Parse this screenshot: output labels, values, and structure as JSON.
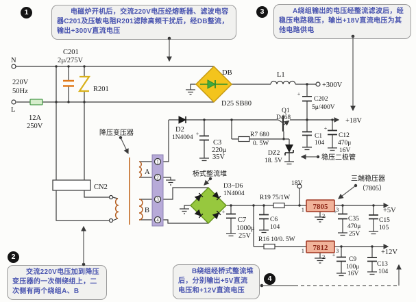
{
  "callouts": [
    {
      "num": "1",
      "text": "电磁炉开机后，交流220V电压经熔断器、滤波电容器C201及压敏电阻R201滤除高频干扰后，经DB整流，输出+300V直流电压"
    },
    {
      "num": "2",
      "text": "交流220V电压加到降压变压器的一次侧绕组上，二次侧有两个绕组A、B"
    },
    {
      "num": "3",
      "text": "A绕组输出的电压经整流滤波后，经稳压电路稳压，输出+18V直流电压为其他电路供电"
    },
    {
      "num": "4",
      "text": "B绕组经桥式整流堆后，分别输出+5V直流电压和+12V直流电压"
    }
  ],
  "labels": {
    "n": "N",
    "l": "L",
    "v220": "220V",
    "hz50": "50Hz",
    "fuse_a": "12A",
    "fuse_v": "250V",
    "c201": "C201",
    "c201v": "2μ/275V",
    "r201": "R201",
    "cn2": "CN2",
    "xfmr": "降压变压器",
    "wa": "A",
    "wb": "B",
    "p1": "1",
    "p2": "2",
    "p3": "3",
    "p4": "4",
    "db": "DB",
    "d25": "D25 SB80",
    "l1": "L1",
    "v300": "+300V",
    "c202": "C202",
    "c202v": "5μ/400V",
    "d2": "D2",
    "d2t": "1N4004",
    "c3": "C3",
    "c3v": "220μ",
    "c3v2": "35V",
    "r7": "R7 680",
    "r7w": "0. 5W",
    "q1": "Q1",
    "q1t": "D468",
    "dz2": "DZ2",
    "dz2v": "18. 5V",
    "zn": "稳压二极管",
    "v18": "+18V",
    "c1": "C1",
    "c1v": "104",
    "c12": "C12",
    "c12v": "470μ",
    "c12v2": "16V",
    "bq": "桥式整流堆",
    "d36": "D3~D6",
    "d36t": "1N4004",
    "c7": "C7",
    "c7v": "1000μ",
    "c7v2": "25V",
    "c6": "C6",
    "c6v": "104",
    "r19": "R19 75/1W",
    "t18": "18V",
    "r16": "R16 10/0. 5W",
    "u5": "7805",
    "u12": "7812",
    "reg": "三端稳压器",
    "reg2": "（7805）",
    "v5": "+5V",
    "c35": "C35",
    "c35v": "470μ",
    "c35v2": "25V",
    "c15": "C15",
    "c15v": "105",
    "v12": "+12V",
    "c9": "C9",
    "c9v": "100μ",
    "c9v2": "16V",
    "c13": "C13",
    "c13v": "104",
    "plus": "+"
  },
  "colors": {
    "wire": "#3a3a3a",
    "callout_text": "#4a55b0",
    "db_bridge_fill": "#f3c41d",
    "db_diode_green": "#2d8f2d",
    "lv_bridge_fill": "#97c83e",
    "regulator_fill": "#f1b39a",
    "regulator_text": "#8b2515",
    "connector_fill": "#b7aad8",
    "coil": "#b86428",
    "varistor": "#d8b018",
    "line_cap": "#e07818",
    "fuse_fill": "#d6edcc"
  }
}
